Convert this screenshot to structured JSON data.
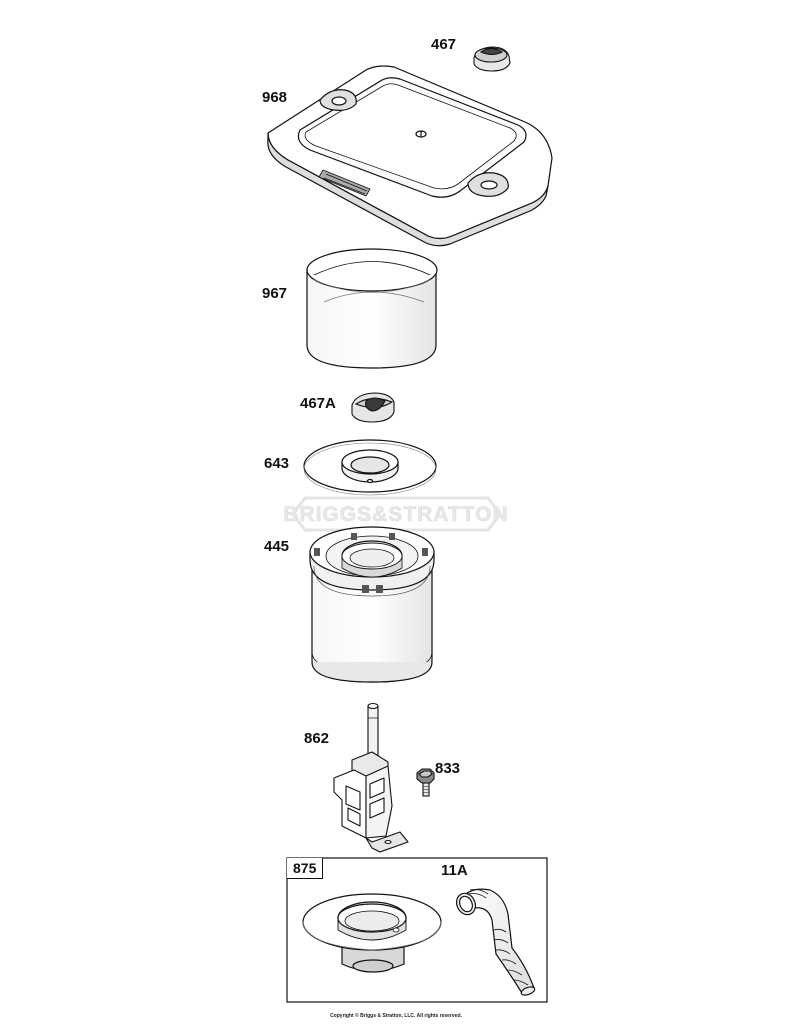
{
  "parts": [
    {
      "id": "467",
      "label": "467",
      "name": "knob (cover)"
    },
    {
      "id": "968",
      "label": "968",
      "name": "air cleaner cover"
    },
    {
      "id": "967",
      "label": "967",
      "name": "pre-cleaner sleeve"
    },
    {
      "id": "467A",
      "label": "467A",
      "name": "knob (element)"
    },
    {
      "id": "643",
      "label": "643",
      "name": "seal / cover plate"
    },
    {
      "id": "445",
      "label": "445",
      "name": "air filter cartridge"
    },
    {
      "id": "862",
      "label": "862",
      "name": "stud / bracket"
    },
    {
      "id": "833",
      "label": "833",
      "name": "screw"
    },
    {
      "id": "11A",
      "label": "11A",
      "name": "hose"
    }
  ],
  "kit": {
    "label": "875"
  },
  "watermark": "BRIGGS&STRATTON",
  "copyright": "Copyright © Briggs & Stratton, LLC. All rights reserved.",
  "colors": {
    "line": "#111111",
    "shade": "#d9d9d9",
    "dark": "#555555",
    "watermark": "#e4e4e4"
  }
}
